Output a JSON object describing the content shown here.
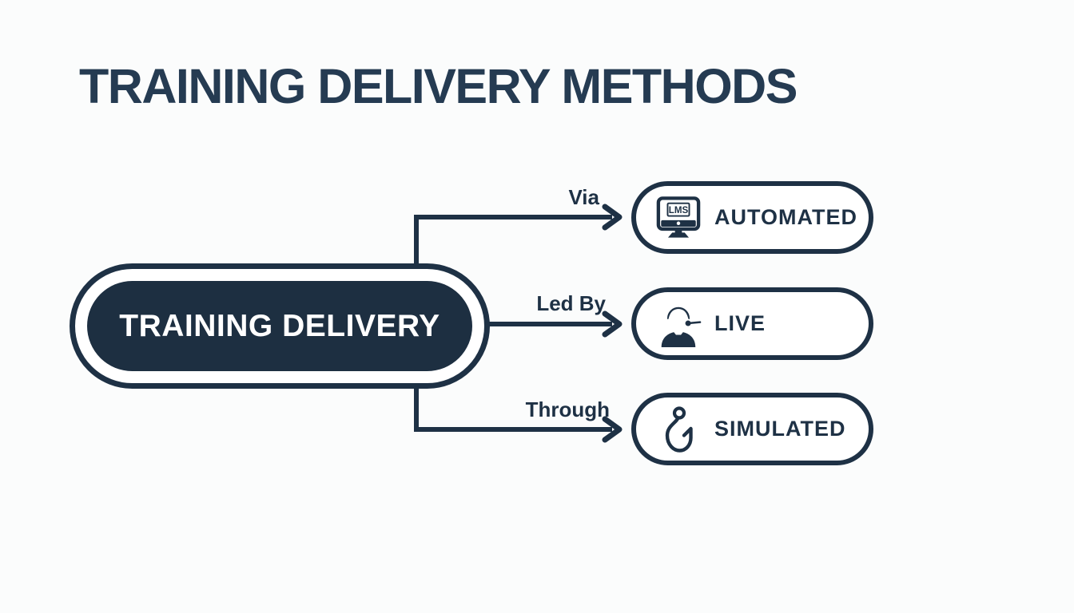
{
  "title": "TRAINING DELIVERY METHODS",
  "root": {
    "label": "TRAINING DELIVERY"
  },
  "branches": [
    {
      "connector_label": "Via",
      "label": "AUTOMATED",
      "icon": "lms-monitor-icon",
      "icon_text": "LMS"
    },
    {
      "connector_label": "Led By",
      "label": "LIVE",
      "icon": "presenter-icon"
    },
    {
      "connector_label": "Through",
      "label": "SIMULATED",
      "icon": "fish-hook-icon"
    }
  ],
  "colors": {
    "ink": "#1e3145",
    "title_text": "#253b52",
    "root_fill": "#1d2f41",
    "root_text": "#ffffff",
    "node_fill": "#ffffff",
    "background": "#fbfcfc"
  }
}
